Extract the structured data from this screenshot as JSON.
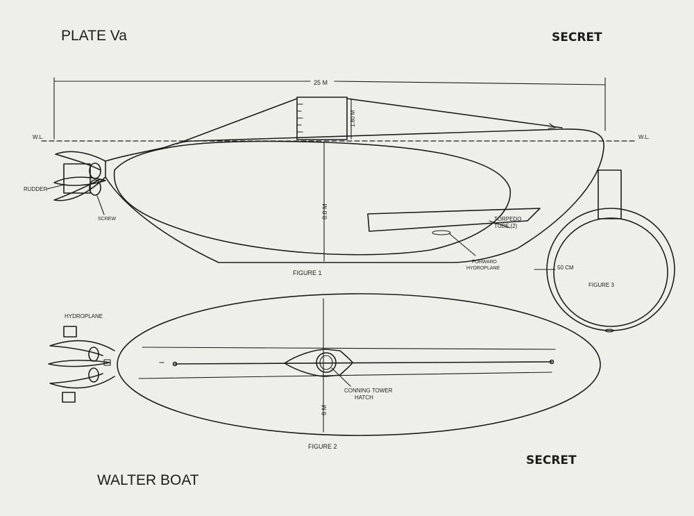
{
  "header": {
    "plate": "PLATE Va",
    "secret_top": "SECRET",
    "secret_bottom": "SECRET",
    "title": "WALTER BOAT"
  },
  "figure1": {
    "caption": "FIGURE 1",
    "overall_length": "25 M",
    "tower_height": "1.80 M",
    "hull_depth": "8.0 M",
    "waterline_left": "W.L.",
    "waterline_right": "W.L.",
    "rudder": "RUDDER",
    "screw": "SCREW",
    "torpedo_tube": "TORPEDO",
    "torpedo_tube_2": "TUBE (2)",
    "forward_hydroplane": "FORWARD",
    "forward_hydroplane_2": "HYDROPLANE"
  },
  "figure2": {
    "caption": "FIGURE 2",
    "hydroplane": "HYDROPLANE",
    "conning_tower": "CONNING TOWER",
    "hatch": "HATCH",
    "beam": "6 M"
  },
  "figure3": {
    "caption": "FIGURE 3",
    "thickness": "50 CM"
  }
}
